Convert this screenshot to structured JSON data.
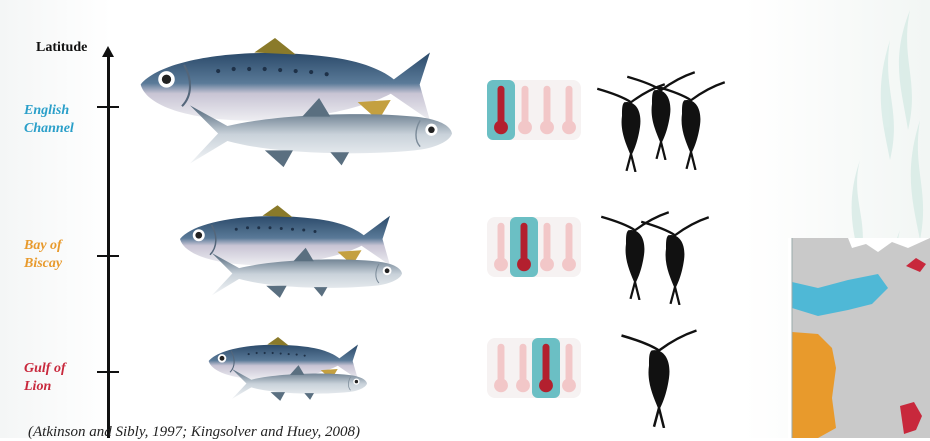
{
  "axis": {
    "title": "Latitude"
  },
  "regions": [
    {
      "label_line1": "English",
      "label_line2": "Channel",
      "color": "#2a9fc9",
      "temperature_level": 1,
      "copepods": 3,
      "fish_size": "large"
    },
    {
      "label_line1": "Bay of",
      "label_line2": "Biscay",
      "color": "#e89a2c",
      "temperature_level": 2,
      "copepods": 2,
      "fish_size": "medium"
    },
    {
      "label_line1": "Gulf of",
      "label_line2": "Lion",
      "color": "#c8283c",
      "temperature_level": 3,
      "copepods": 1,
      "fish_size": "small"
    }
  ],
  "citation": "(Atkinson and Sibly, 1997; Kingsolver and Huey, 2008)",
  "icons": [
    "sardine-icon",
    "anchovy-icon",
    "thermometer-icon",
    "copepod-icon",
    "map-icon"
  ],
  "colors": {
    "thermo_highlight": "#6bbfc4",
    "thermo_red": "#b3202e",
    "thermo_faded": "#f2c7c8",
    "map_land": "#c9c9c9",
    "map_sea": "#ffffff"
  }
}
